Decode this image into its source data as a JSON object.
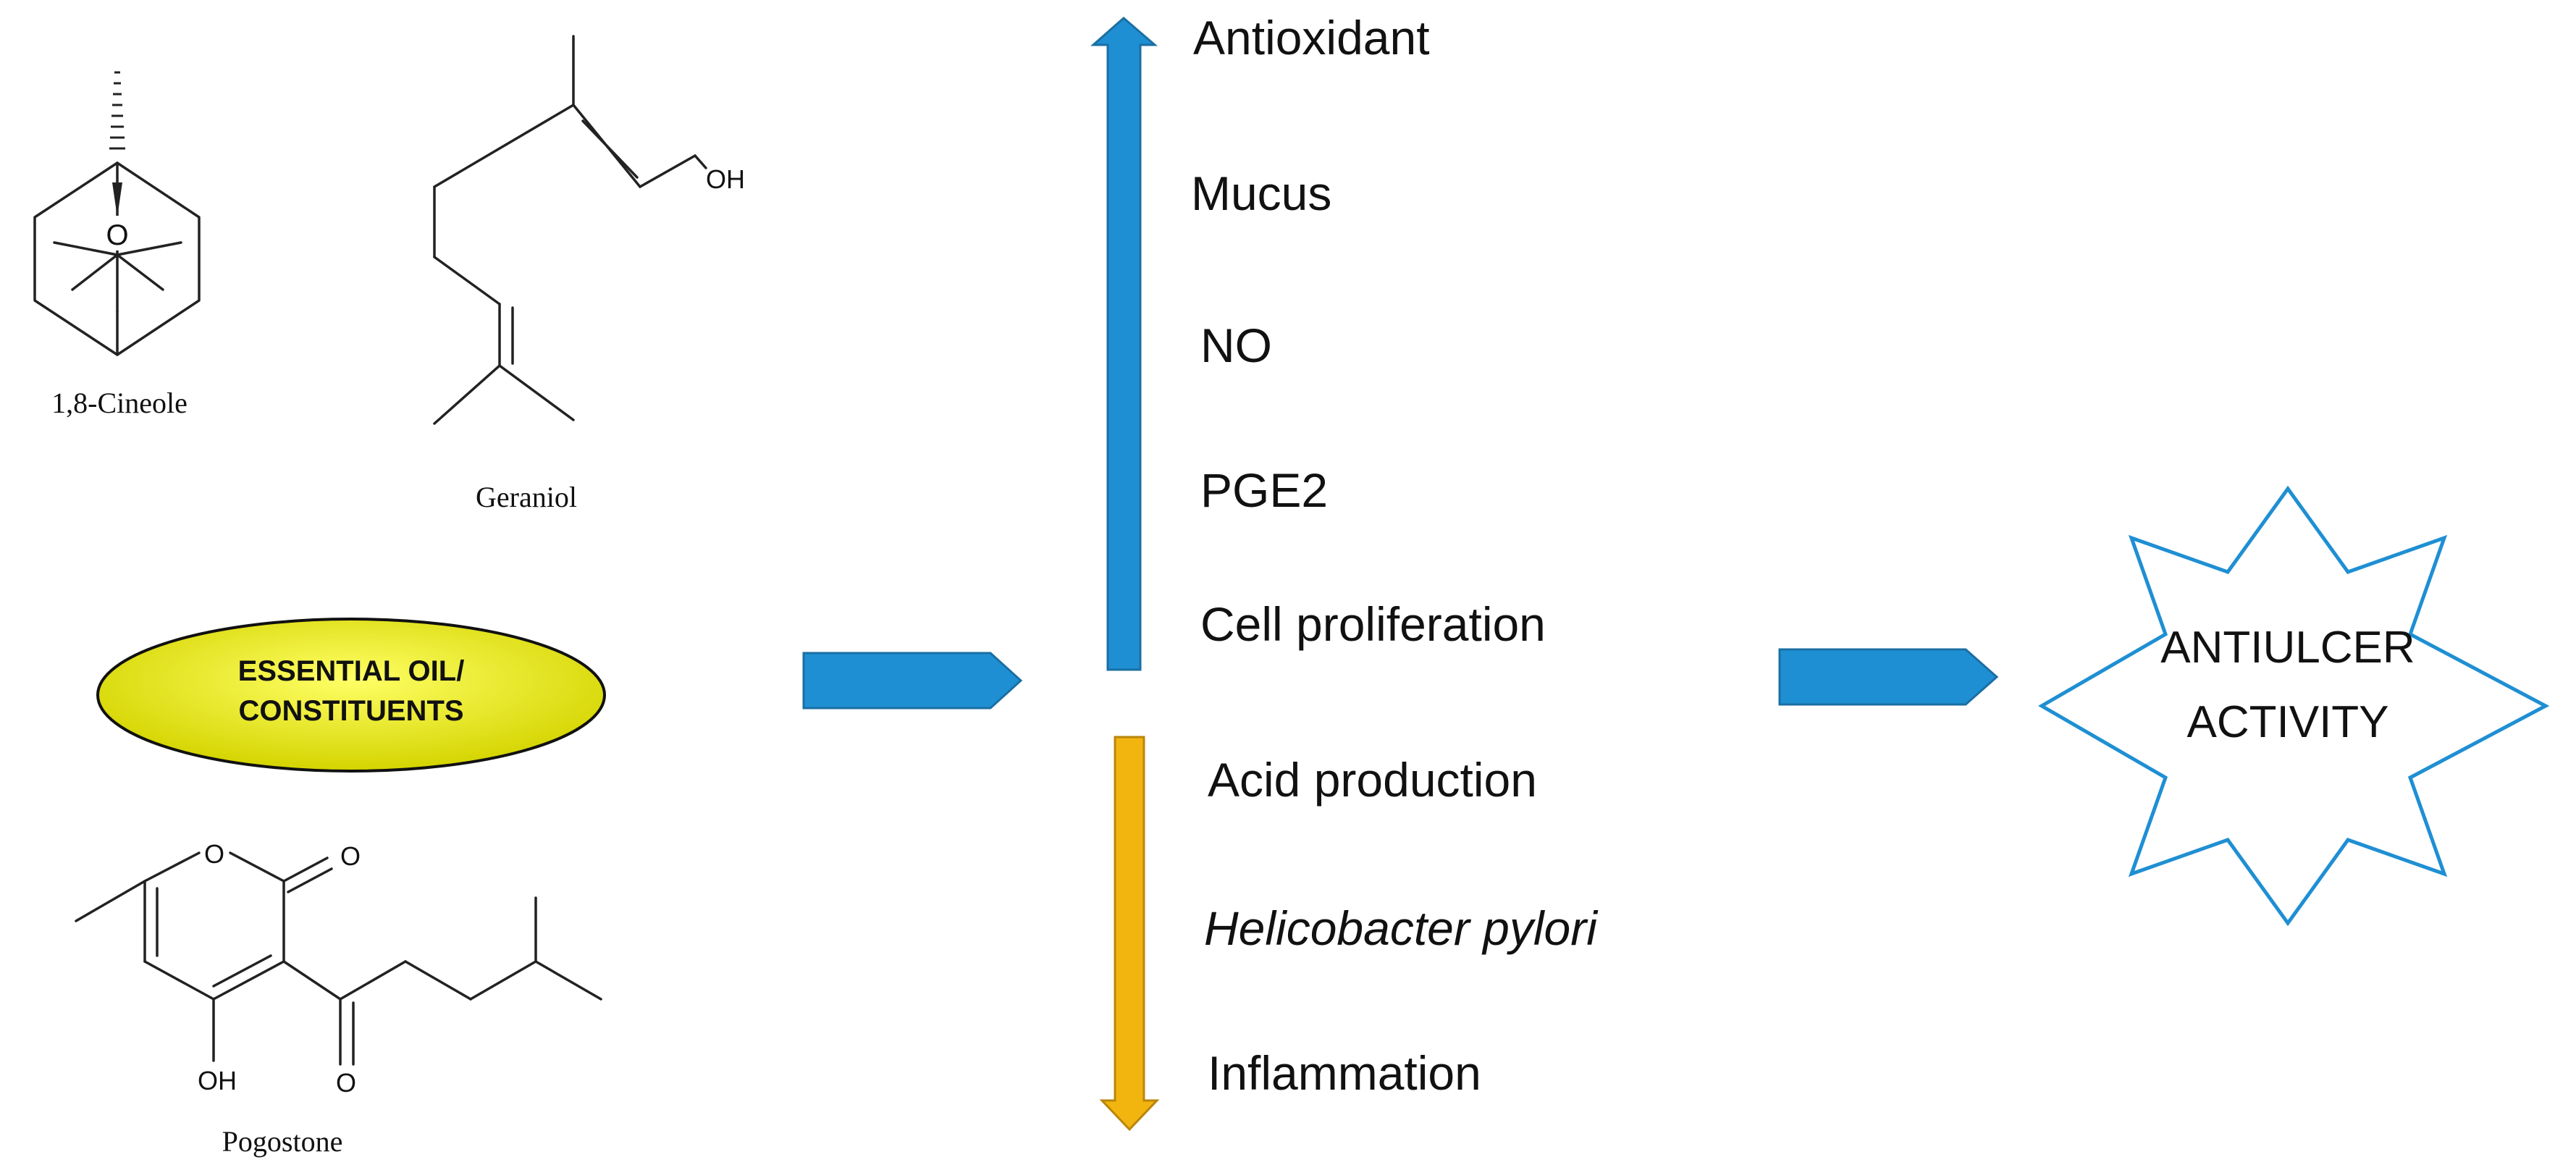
{
  "molecules": {
    "cineole": {
      "name": "1,8-Cineole",
      "atom_o": "O"
    },
    "geraniol": {
      "name": "Geraniol",
      "atom_oh": "OH"
    },
    "pogostone": {
      "name": "Pogostone",
      "atom_o_ring": "O",
      "atom_o_carbonyl": "O",
      "atom_o_ketone": "O",
      "atom_oh": "OH"
    }
  },
  "source": {
    "line1": "ESSENTIAL OIL/",
    "line2": "CONSTITUENTS"
  },
  "increased": [
    "Antioxidant",
    "Mucus",
    "NO",
    "PGE2",
    "Cell proliferation"
  ],
  "decreased": [
    "Acid production",
    "Helicobacter pylori",
    "Inflammation"
  ],
  "outcome": {
    "line1": "ANTIULCER",
    "line2": "ACTIVITY"
  },
  "colors": {
    "up_arrow": "#1f8fd3",
    "down_arrow": "#f2b40f",
    "block_arrow": "#1f8fd3",
    "ellipse_fill": "#e6e600",
    "star_stroke": "#1f8fd3"
  }
}
